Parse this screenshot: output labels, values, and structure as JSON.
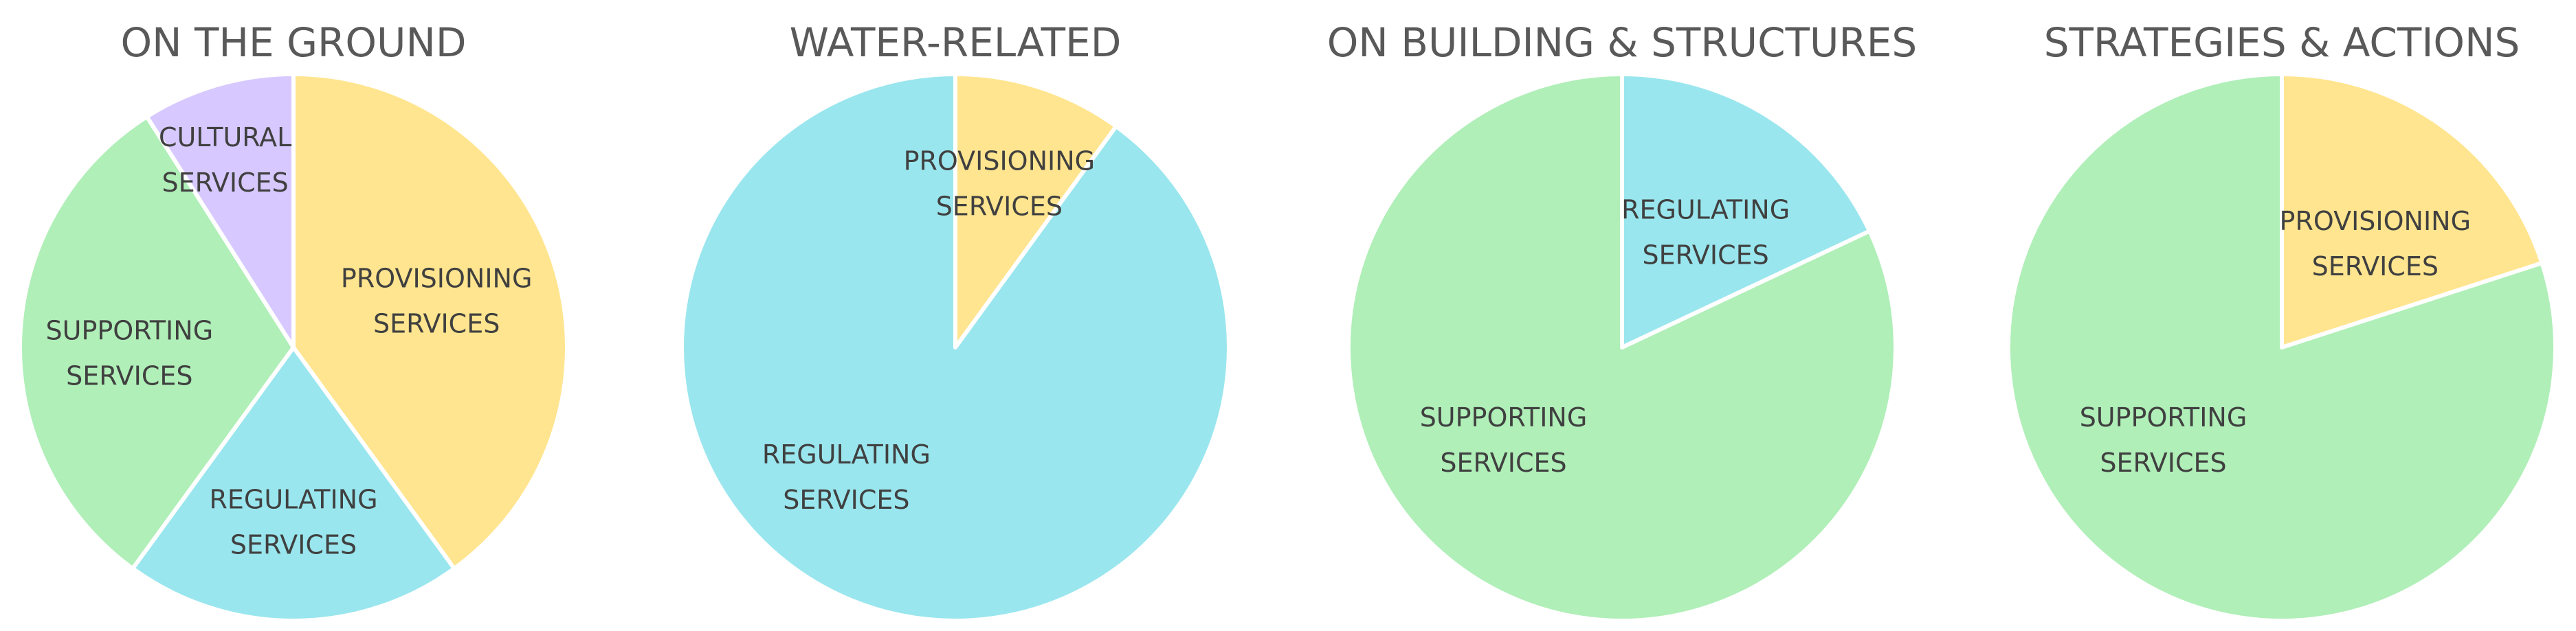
{
  "colors": {
    "provisioning": "#ffe58f",
    "regulating": "#9ae6ee",
    "supporting": "#b0efb8",
    "cultural": "#d7c9ff",
    "stroke": "#ffffff",
    "title": "#595959",
    "label": "#404040"
  },
  "chart_data": [
    {
      "type": "pie",
      "title": "ON THE GROUND",
      "slices": [
        {
          "label": "PROVISIONING SERVICES",
          "lines": [
            "PROVISIONING",
            "SERVICES"
          ],
          "value": 40,
          "color": "provisioning"
        },
        {
          "label": "REGULATING SERVICES",
          "lines": [
            "REGULATING",
            "SERVICES"
          ],
          "value": 20,
          "color": "regulating"
        },
        {
          "label": "SUPPORTING SERVICES",
          "lines": [
            "SUPPORTING",
            "SERVICES"
          ],
          "value": 31,
          "color": "supporting"
        },
        {
          "label": "CULTURAL SERVICES",
          "lines": [
            "CULTURAL",
            "SERVICES"
          ],
          "value": 9,
          "color": "cultural"
        }
      ]
    },
    {
      "type": "pie",
      "title": "WATER-RELATED",
      "slices": [
        {
          "label": "PROVISIONING SERVICES",
          "lines": [
            "PROVISIONING",
            "SERVICES"
          ],
          "value": 10,
          "color": "provisioning"
        },
        {
          "label": "REGULATING SERVICES",
          "lines": [
            "REGULATING",
            "SERVICES"
          ],
          "value": 90,
          "color": "regulating"
        }
      ]
    },
    {
      "type": "pie",
      "title": "ON BUILDING & STRUCTURES",
      "slices": [
        {
          "label": "REGULATING SERVICES",
          "lines": [
            "REGULATING",
            "SERVICES"
          ],
          "value": 18,
          "color": "regulating"
        },
        {
          "label": "SUPPORTING SERVICES",
          "lines": [
            "SUPPORTING",
            "SERVICES"
          ],
          "value": 82,
          "color": "supporting"
        }
      ]
    },
    {
      "type": "pie",
      "title": "STRATEGIES & ACTIONS",
      "slices": [
        {
          "label": "PROVISIONING SERVICES",
          "lines": [
            "PROVISIONING",
            "SERVICES"
          ],
          "value": 20,
          "color": "provisioning"
        },
        {
          "label": "SUPPORTING SERVICES",
          "lines": [
            "SUPPORTING",
            "SERVICES"
          ],
          "value": 80,
          "color": "supporting"
        }
      ]
    }
  ]
}
